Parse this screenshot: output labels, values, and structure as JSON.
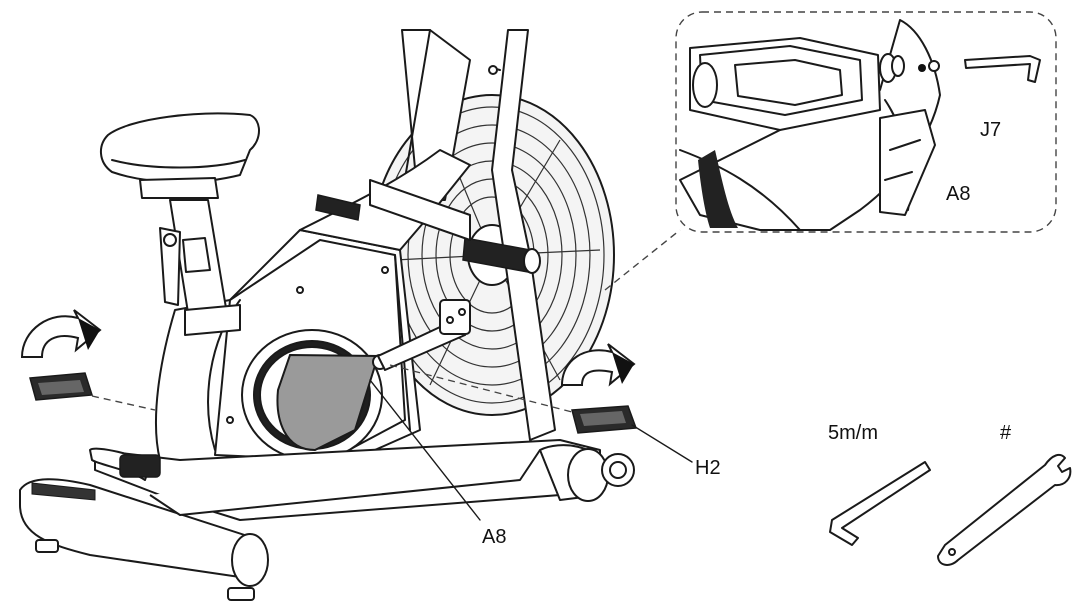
{
  "labels": {
    "j7": "J7",
    "a8_inset": "A8",
    "a8_main": "A8",
    "h2": "H2",
    "tool_allen": "5m/m",
    "tool_wrench": "#"
  },
  "colors": {
    "line": "#1a1a1a",
    "crank_cover": "#9a9a9a",
    "grip": "#222222"
  },
  "icons": [
    "rotate-arrow-icon",
    "allen-key-icon",
    "pedal-wrench-icon"
  ]
}
